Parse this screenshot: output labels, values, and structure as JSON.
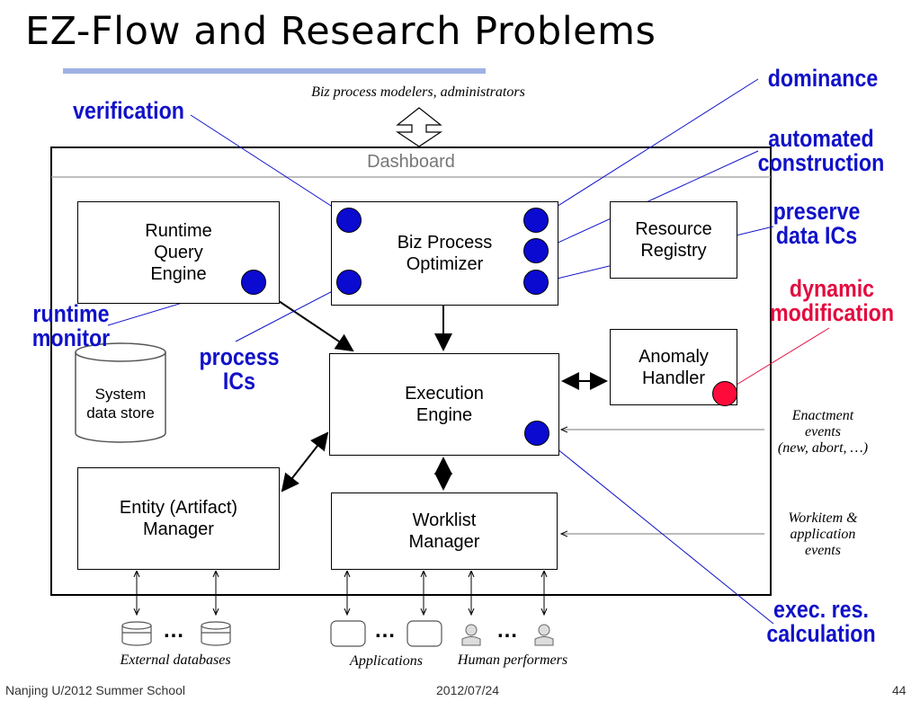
{
  "slide": {
    "title": "EZ-Flow and Research Problems",
    "top_actor_label": "Biz process modelers, administrators",
    "dashboard_label": "Dashboard"
  },
  "components": {
    "runtime_query_engine": "Runtime\nQuery\nEngine",
    "biz_process_optimizer": "Biz Process\nOptimizer",
    "resource_registry": "Resource\nRegistry",
    "anomaly_handler": "Anomaly\nHandler",
    "execution_engine": "Execution\nEngine",
    "system_data_store": "System\ndata store",
    "entity_manager": "Entity (Artifact)\nManager",
    "worklist_manager": "Worklist\nManager"
  },
  "events": {
    "enactment": "Enactment\nevents\n(new, abort, …)",
    "workitem": "Workitem &\napplication\nevents"
  },
  "bottom": {
    "external_databases": "External databases",
    "applications": "Applications",
    "human_performers": "Human performers",
    "ellipsis": "…"
  },
  "research_problems": {
    "verification": "verification",
    "dominance": "dominance",
    "automated_construction": "automated\nconstruction",
    "preserve_data_ics": "preserve\ndata ICs",
    "dynamic_modification": "dynamic\nmodification",
    "runtime_monitor": "runtime\nmonitor",
    "process_ics": "process\nICs",
    "exec_res_calculation": "exec. res.\ncalculation"
  },
  "footer": {
    "left": "Nanjing U/2012 Summer School",
    "center": "2012/07/24",
    "page": "44"
  },
  "colors": {
    "problem_blue": "#1111c9",
    "problem_red": "#e30b3f",
    "dot_blue": "#0a0ad0",
    "dot_red": "#ff0b3a",
    "title_underline": "#9fb2e4"
  }
}
